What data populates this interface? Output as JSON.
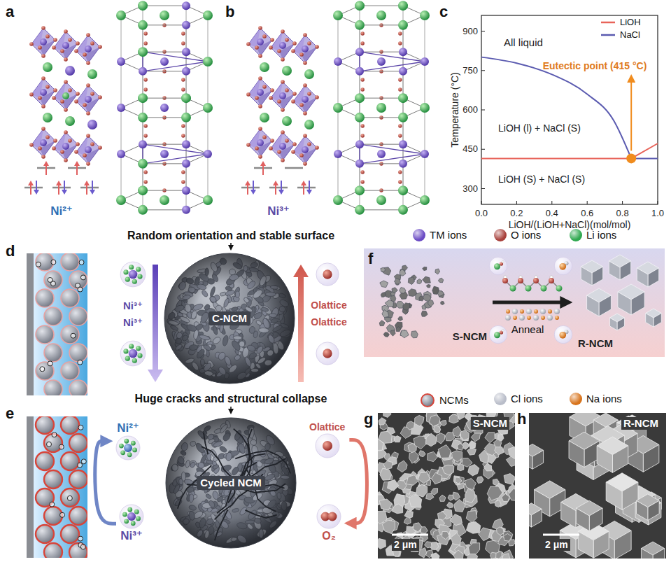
{
  "diagram": {
    "nodes": [
      {
        "text": [
          "C-NCM"
        ]
      },
      {
        "text": [
          "S-NCM"
        ]
      },
      {
        "text": [
          "R-NCM"
        ]
      },
      {
        "text": [
          "Ni²⁺"
        ]
      },
      {
        "text": [
          "Ni³⁺"
        ]
      },
      {
        "text": [
          "Cycled NCM"
        ]
      },
      {
        "text": [
          "Olattice"
        ]
      },
      {
        "text": [
          "O₂"
        ]
      }
    ],
    "edges": [
      {
        "from": 1,
        "to": 2,
        "arrow": "to",
        "label": "Anneal"
      },
      {
        "from": 4,
        "to": 3,
        "arrow": "to"
      },
      {
        "from": 6,
        "to": 7,
        "arrow": "to"
      }
    ],
    "labels": [
      "a",
      "b",
      "c",
      "Ni²⁺",
      "Ni³⁺",
      "All liquid",
      "Eutectic point (415 °C)",
      "LiOH (l) + NaCl (S)",
      "LiOH (S) + NaCl (S)",
      "900",
      "750",
      "600",
      "450",
      "300",
      "0.0",
      "0.2",
      "0.4",
      "0.6",
      "0.8",
      "1.0",
      "Temperature (°C)",
      "LiOH/(LiOH+NaCl)(mol/mol)",
      "Random orientation and stable surface",
      "d",
      "Ni³⁺",
      "Ni³⁺",
      "Olattice",
      "Olattice",
      "f",
      "Huge cracks and structural collapse",
      "e",
      "g",
      "S-NCM",
      "2 μm",
      "h",
      "R-NCM",
      "2 μm"
    ],
    "legend": [
      {
        "text": "LiOH"
      },
      {
        "text": "NaCl"
      },
      {
        "text": "TM ions",
        "color": "#6b4bc4"
      },
      {
        "text": "O ions",
        "color": "#a8413c"
      },
      {
        "text": "Li ions",
        "color": "#2fa84f"
      },
      {
        "text": "NCMs"
      },
      {
        "text": "Cl ions",
        "color": "#b9bdc9"
      },
      {
        "text": "Na ions",
        "color": "#d8741c"
      }
    ]
  }
}
